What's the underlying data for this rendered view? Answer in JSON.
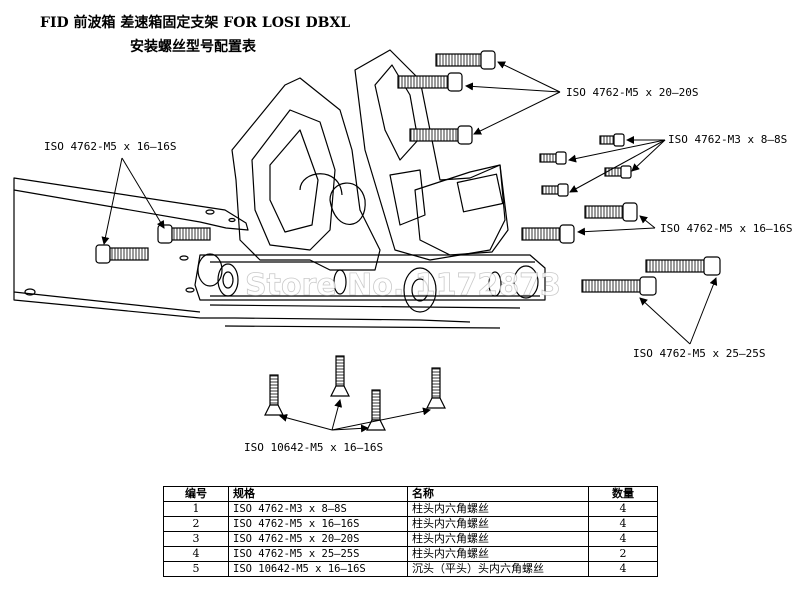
{
  "title_line1": "FID 前波箱 差速箱固定支架 FOR LOSI DBXL",
  "title_line2": "安装螺丝型号配置表",
  "callouts": {
    "screw_m5x20": "ISO 4762-M5 x 20—20S",
    "screw_m3x8": "ISO 4762-M3 x 8—8S",
    "screw_m5x16_left": "ISO 4762-M5 x 16—16S",
    "screw_m5x16_right": "ISO 4762-M5 x 16—16S",
    "screw_m5x25": "ISO 4762-M5 x 25—25S",
    "screw_10642": "ISO 10642-M5 x 16—16S"
  },
  "watermark": "Store No. 1172873",
  "table": {
    "headers": [
      "编号",
      "规格",
      "名称",
      "数量"
    ],
    "rows": [
      [
        "1",
        "ISO 4762-M3 x 8—8S",
        "柱头内六角螺丝",
        "4"
      ],
      [
        "2",
        "ISO 4762-M5 x 16—16S",
        "柱头内六角螺丝",
        "4"
      ],
      [
        "3",
        "ISO 4762-M5 x 20—20S",
        "柱头内六角螺丝",
        "4"
      ],
      [
        "4",
        "ISO 4762-M5 x 25—25S",
        "柱头内六角螺丝",
        "2"
      ],
      [
        "5",
        "ISO 10642-M5 x 16—16S",
        "沉头（平头）头内六角螺丝",
        "4"
      ]
    ]
  }
}
